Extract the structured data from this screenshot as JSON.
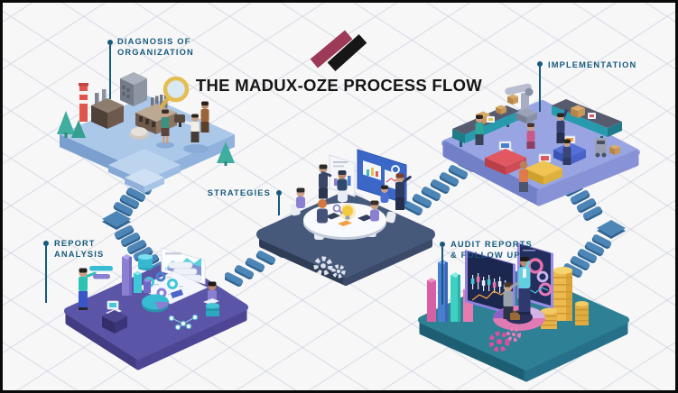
{
  "title": "THE MADUX-OZE PROCESS FLOW",
  "logo": {
    "name": "dual-stripe-logo",
    "stripe_colors": [
      "#9c3a58",
      "#161616"
    ]
  },
  "stages": [
    {
      "name": "diagnosis-of-organization",
      "label_line1": "DIAGNOSIS OF",
      "label_line2": "ORGANIZATION",
      "illustration": "factory-inspection",
      "platform_color": "#abc8e9"
    },
    {
      "name": "report-analysis",
      "label_line1": "REPORT",
      "label_line2": "ANALYSIS",
      "illustration": "analytics-dashboard",
      "platform_color": "#5b55a7"
    },
    {
      "name": "strategies",
      "label_line1": "STRATEGIES",
      "label_line2": "",
      "illustration": "team-meeting",
      "platform_color": "#47597b"
    },
    {
      "name": "implementation",
      "label_line1": "IMPLEMENTATION",
      "label_line2": "",
      "illustration": "automation-line",
      "platform_color": "#99a5e2"
    },
    {
      "name": "audit-reports-follow-up",
      "label_line1": "AUDIT REPORTS",
      "label_line2": "& FOLLOW UP",
      "illustration": "financial-audit",
      "platform_color": "#2e8095"
    }
  ],
  "style": {
    "background": "#f7f7f8",
    "grid_line": "#d9dee8",
    "label_color": "#17597c",
    "title_color": "#161616",
    "connector_color": "#4d86b6",
    "frame_color": "#0a0a0a"
  }
}
